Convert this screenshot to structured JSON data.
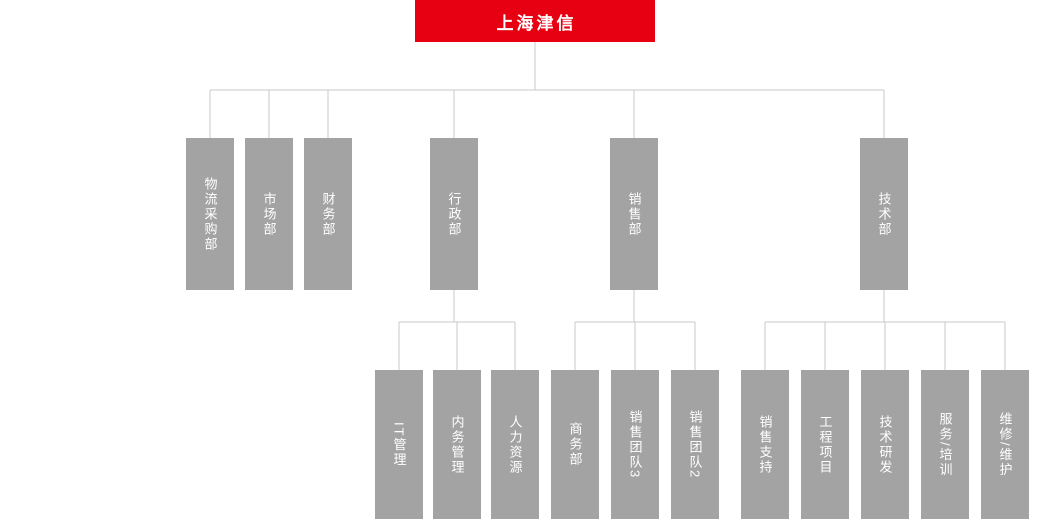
{
  "org": {
    "root": {
      "label": "上海津信"
    },
    "level1": [
      {
        "label": "物流采购部"
      },
      {
        "label": "市场部"
      },
      {
        "label": "财务部"
      },
      {
        "label": "行政部"
      },
      {
        "label": "销售部"
      },
      {
        "label": "技术部"
      }
    ],
    "admin_children": [
      {
        "label": "IT管理"
      },
      {
        "label": "内务管理"
      },
      {
        "label": "人力资源"
      }
    ],
    "sales_children": [
      {
        "label": "商务部"
      },
      {
        "label": "销售团队3"
      },
      {
        "label": "销售团队2"
      }
    ],
    "tech_children": [
      {
        "label": "销售支持"
      },
      {
        "label": "工程项目"
      },
      {
        "label": "技术研发"
      },
      {
        "label": "服务/培训"
      },
      {
        "label": "维修/维护"
      }
    ],
    "colors": {
      "root_bg": "#e60012",
      "node_bg": "#a3a3a3",
      "text": "#ffffff",
      "line": "#c9c9c9"
    }
  }
}
